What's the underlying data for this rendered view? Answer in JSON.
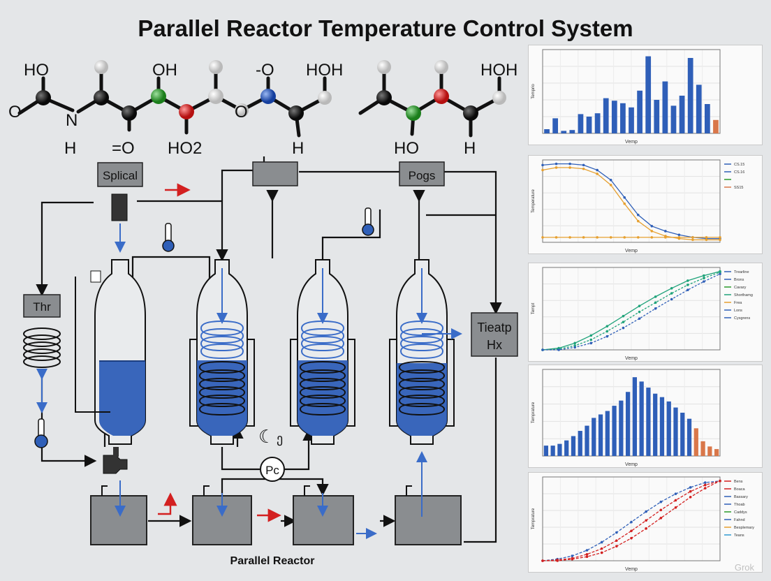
{
  "title": "Parallel Reactor Temperature Control System",
  "molecule_labels": {
    "left": [
      "HO",
      "OH",
      "-O",
      "HOH",
      "O",
      "N",
      "H",
      "=O",
      "HO2",
      "H",
      "O"
    ],
    "right": [
      "HOH",
      "HO",
      "H"
    ]
  },
  "boxes": {
    "supply": "Splical",
    "pogs": "Pogs",
    "thr": "Thr",
    "heat_exchanger": "Tieatp\nHx"
  },
  "pump_label": "Pc",
  "footer_label": "Parallel Reactor",
  "watermark": "Grok",
  "colors": {
    "liquid": "#2f5fb8",
    "vessel_fill": "#e9ebed",
    "tank": "#8a8d90",
    "arrow_red": "#d32020",
    "arrow_blue": "#3a6cc8",
    "atom_black": "#111111",
    "atom_green": "#2b9a2b",
    "atom_red": "#d21b1b",
    "atom_blue": "#1f50b8",
    "atom_white": "#f2f2f2"
  },
  "chart_data": [
    {
      "type": "bar",
      "xlabel": "Vemp",
      "ylabel": "Temprio",
      "ylim": [
        0,
        100
      ],
      "values": [
        5,
        18,
        3,
        4,
        23,
        20,
        24,
        42,
        39,
        36,
        31,
        51,
        92,
        40,
        62,
        33,
        45,
        90,
        58,
        35,
        16
      ]
    },
    {
      "type": "line",
      "xlabel": "Vemp",
      "ylabel": "Temperature",
      "x": [
        0,
        1,
        2,
        3,
        4,
        5,
        6,
        7,
        8,
        9,
        10,
        11,
        12,
        13
      ],
      "series": [
        {
          "values": [
            62,
            63,
            63,
            62,
            58,
            50,
            36,
            22,
            13,
            9,
            6,
            4,
            3,
            3
          ]
        },
        {
          "values": [
            58,
            60,
            60,
            59,
            55,
            46,
            31,
            17,
            9,
            5,
            3,
            2,
            2,
            2
          ]
        },
        {
          "values": [
            4,
            4,
            4,
            4,
            4,
            4,
            4,
            4,
            4,
            4,
            4,
            4,
            4,
            4
          ]
        }
      ],
      "legend": [
        "CS.15",
        "CS.16",
        "",
        "SS15"
      ]
    },
    {
      "type": "line",
      "xlabel": "Vemp",
      "ylabel": "Tempt",
      "series": [
        {
          "values": [
            0,
            2,
            8,
            17,
            28,
            40,
            52,
            63,
            73,
            82,
            88,
            93
          ]
        },
        {
          "values": [
            0,
            1,
            5,
            12,
            22,
            33,
            45,
            56,
            67,
            77,
            85,
            92
          ]
        },
        {
          "values": [
            0,
            0,
            3,
            8,
            16,
            26,
            37,
            49,
            60,
            71,
            81,
            90
          ]
        }
      ],
      "legend": [
        "Trearline",
        "Brons",
        "Cavary",
        "Shorthamg",
        "Frea",
        "Lons",
        "Cysgrens"
      ]
    },
    {
      "type": "bar",
      "xlabel": "Vemp",
      "ylabel": "Temprature",
      "ylim": [
        0,
        100
      ],
      "values": [
        12,
        12,
        14,
        18,
        23,
        29,
        35,
        44,
        48,
        52,
        58,
        64,
        74,
        91,
        86,
        79,
        72,
        68,
        63,
        56,
        50,
        43,
        32,
        17,
        11,
        8
      ]
    },
    {
      "type": "line",
      "xlabel": "Vemp",
      "ylabel": "Temprature",
      "series": [
        {
          "values": [
            0,
            2,
            6,
            13,
            23,
            35,
            48,
            61,
            73,
            83,
            91,
            97,
            99
          ]
        },
        {
          "values": [
            0,
            1,
            3,
            8,
            15,
            25,
            37,
            50,
            63,
            75,
            86,
            94,
            99
          ]
        },
        {
          "values": [
            0,
            0,
            2,
            5,
            10,
            18,
            28,
            40,
            53,
            66,
            79,
            90,
            99
          ]
        }
      ],
      "legend": [
        "Bens",
        "Boaca",
        "Bassary",
        "Thoab",
        "Caddys",
        "Fahnd",
        "Besplemary",
        "Teans"
      ]
    }
  ]
}
